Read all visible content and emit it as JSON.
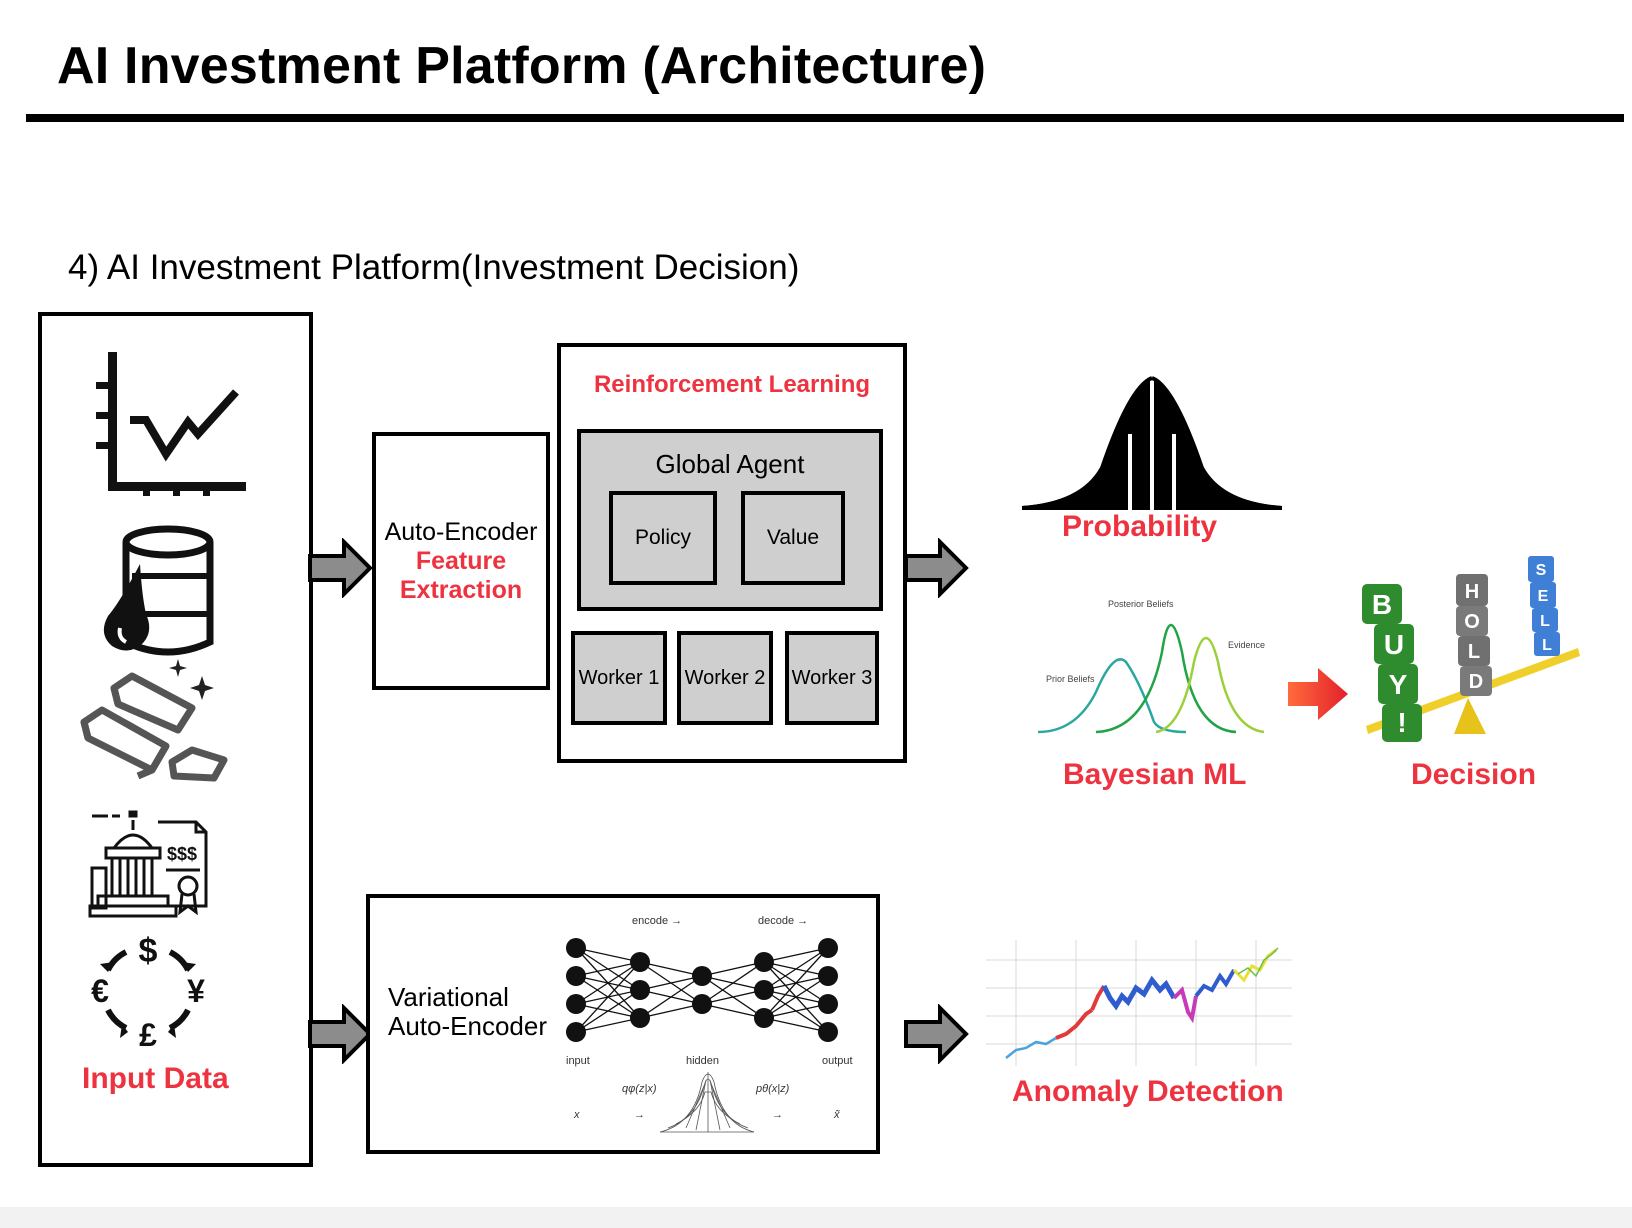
{
  "page": {
    "title": "AI Investment Platform (Architecture)",
    "subtitle": "4) AI Investment Platform(Investment Decision)"
  },
  "input_panel": {
    "label": "Input Data",
    "icons": [
      "stock-chart-icon",
      "oil-barrel-icon",
      "gold-bars-icon",
      "government-bond-icon",
      "currency-exchange-icon"
    ],
    "currency_symbols": [
      "$",
      "€",
      "¥",
      "£"
    ],
    "bond_text": "$$$"
  },
  "autoencoder": {
    "line1": "Auto-Encoder",
    "line2": "Feature",
    "line3": "Extraction"
  },
  "rl": {
    "title": "Reinforcement Learning",
    "global_agent": "Global Agent",
    "policy": "Policy",
    "value": "Value",
    "workers": [
      "Worker 1",
      "Worker 2",
      "Worker 3"
    ]
  },
  "probability": {
    "label": "Probability"
  },
  "bayesian": {
    "label": "Bayesian ML",
    "posterior": "Posterior Beliefs",
    "evidence": "Evidence",
    "prior": "Prior Beliefs"
  },
  "decision": {
    "label": "Decision",
    "buy": [
      "B",
      "U",
      "Y",
      "!"
    ],
    "hold": [
      "H",
      "O",
      "L",
      "D"
    ],
    "sell": [
      "S",
      "E",
      "L",
      "L"
    ]
  },
  "vae": {
    "line1": "Variational",
    "line2": "Auto-Encoder",
    "encode": "encode →",
    "decode": "decode →",
    "input": "input",
    "hidden": "hidden",
    "output": "output",
    "q": "qφ(z|x)",
    "p": "pθ(x|z)",
    "x": "x",
    "xhat": "x̃",
    "arrow": "→"
  },
  "anomaly": {
    "label": "Anomaly Detection"
  },
  "colors": {
    "accent_red": "#ee3340",
    "box_grey": "#cfcfcf",
    "arrow_grey": "#8c8c8c"
  }
}
